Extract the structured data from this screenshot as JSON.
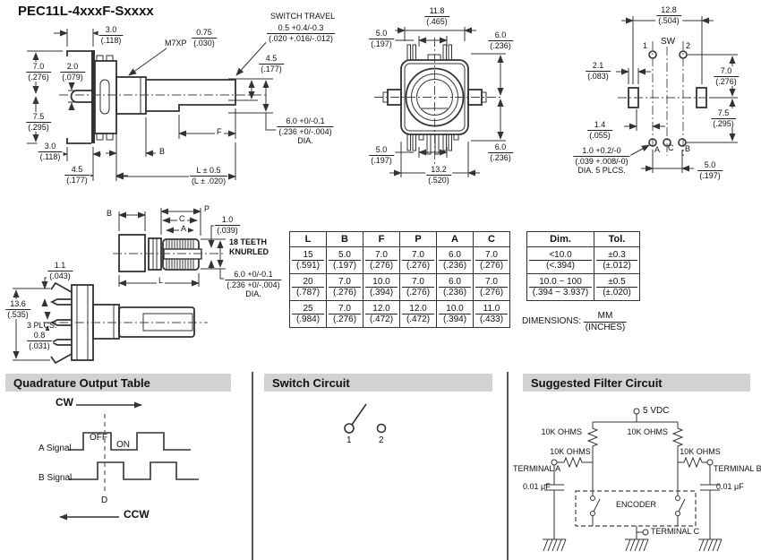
{
  "labels": {
    "title": "PEC11L-4xxxF-Sxxxx",
    "m7xp": "M7XP",
    "switch_travel": "SWITCH TRAVEL",
    "b": "B",
    "f": "F",
    "l": "L",
    "p": "P",
    "a": "A",
    "c": "C",
    "sw": "SW",
    "sw1": "1",
    "sw2": "2",
    "pad_a": "A",
    "pad_b": "B",
    "pad_c": "C",
    "teeth": "18 TEETH",
    "knurled": "KNURLED",
    "plcs": "3 PLCS.",
    "dimensions": "DIMENSIONS:"
  },
  "dims": {
    "sv_top_3": {
      "mm": "3.0",
      "in": "(.118)"
    },
    "sv_075": {
      "mm": "0.75",
      "in": "(.030)"
    },
    "sv_7": {
      "mm": "7.0",
      "in": "(.276)"
    },
    "sv_2": {
      "mm": "2.0",
      "in": "(.079)"
    },
    "sv_75": {
      "mm": "7.5",
      "in": "(.295)"
    },
    "sv_bot_3": {
      "mm": "3.0",
      "in": "(.118)"
    },
    "sv_45": {
      "mm": "4.5",
      "in": "(.177)"
    },
    "sv_L": {
      "mm": "L ± 0.5",
      "in": "(L ± .020)"
    },
    "st_travel": {
      "mm": "0.5 +0.4/-0.3",
      "in": "(.020 +.016/-.012)"
    },
    "st_45": {
      "mm": "4.5",
      "in": "(.177)"
    },
    "st_dia": {
      "mm": "6.0 +0/-0.1",
      "in": "(.236 +0/-.004)",
      "extra": "DIA."
    },
    "fv_118": {
      "mm": "11.8",
      "in": "(.465)"
    },
    "fv_5t": {
      "mm": "5.0",
      "in": "(.197)"
    },
    "fv_6t": {
      "mm": "6.0",
      "in": "(.236)"
    },
    "fv_5b": {
      "mm": "5.0",
      "in": "(.197)"
    },
    "fv_6b": {
      "mm": "6.0",
      "in": "(.236)"
    },
    "fv_132": {
      "mm": "13.2",
      "in": "(.520)"
    },
    "pv_128": {
      "mm": "12.8",
      "in": "(.504)"
    },
    "pv_21": {
      "mm": "2.1",
      "in": "(.083)"
    },
    "pv_7": {
      "mm": "7.0",
      "in": "(.276)"
    },
    "pv_75": {
      "mm": "7.5",
      "in": "(.295)"
    },
    "pv_14": {
      "mm": "1.4",
      "in": "(.055)"
    },
    "pv_hole": {
      "mm": "1.0 +0.2/-0",
      "in": "(.039 +.008/-0)",
      "extra": "DIA. 5 PLCS."
    },
    "pv_5": {
      "mm": "5.0",
      "in": "(.197)"
    },
    "kv_1": {
      "mm": "1.0",
      "in": "(.039)"
    },
    "kv_dia": {
      "mm": "6.0 +0/-0.1",
      "in": "(.236 +0/-.004)",
      "extra": "DIA."
    },
    "s2_11": {
      "mm": "1.1",
      "in": "(.043)"
    },
    "s2_136": {
      "mm": "13.6",
      "in": "(.535)"
    },
    "s2_08": {
      "mm": "0.8",
      "in": "(.031)"
    },
    "units": {
      "mm": "MM",
      "in": "(INCHES)"
    }
  },
  "dim_table": {
    "headers": [
      "L",
      "B",
      "F",
      "P",
      "A",
      "C"
    ],
    "rows": [
      [
        {
          "mm": "15",
          "in": "(.591)"
        },
        {
          "mm": "5.0",
          "in": "(.197)"
        },
        {
          "mm": "7.0",
          "in": "(.276)"
        },
        {
          "mm": "7.0",
          "in": "(.276)"
        },
        {
          "mm": "6.0",
          "in": "(.236)"
        },
        {
          "mm": "7.0",
          "in": "(.276)"
        }
      ],
      [
        {
          "mm": "20",
          "in": "(.787)"
        },
        {
          "mm": "7.0",
          "in": "(.276)"
        },
        {
          "mm": "10.0",
          "in": "(.394)"
        },
        {
          "mm": "7.0",
          "in": "(.276)"
        },
        {
          "mm": "6.0",
          "in": "(.236)"
        },
        {
          "mm": "7.0",
          "in": "(.276)"
        }
      ],
      [
        {
          "mm": "25",
          "in": "(.984)"
        },
        {
          "mm": "7.0",
          "in": "(.276)"
        },
        {
          "mm": "12.0",
          "in": "(.472)"
        },
        {
          "mm": "12.0",
          "in": "(.472)"
        },
        {
          "mm": "10.0",
          "in": "(.394)"
        },
        {
          "mm": "11.0",
          "in": "(.433)"
        }
      ]
    ]
  },
  "tol_table": {
    "headers": [
      "Dim.",
      "Tol."
    ],
    "rows": [
      [
        {
          "mm": "<10.0",
          "in": "(<.394)"
        },
        {
          "mm": "±0.3",
          "in": "(±.012)"
        }
      ],
      [
        {
          "mm": "10.0 ~ 100",
          "in": "(.394 ~ 3.937)"
        },
        {
          "mm": "±0.5",
          "in": "(±.020)"
        }
      ]
    ]
  },
  "sections": {
    "quadrature": {
      "title": "Quadrature Output Table",
      "cw": "CW",
      "ccw": "CCW",
      "a_signal": "A Signal",
      "b_signal": "B Signal",
      "off": "OFF",
      "on": "ON",
      "d": "D"
    },
    "switch_circuit": {
      "title": "Switch Circuit",
      "terminal1": "1",
      "terminal2": "2"
    },
    "filter": {
      "title": "Suggested Filter Circuit",
      "vcc": "5 VDC",
      "r1": "10K OHMS",
      "r2": "10K OHMS",
      "r3": "10K OHMS",
      "r4": "10K OHMS",
      "terminal_a": "TERMINAL A",
      "terminal_b": "TERMINAL B",
      "terminal_c": "TERMINAL C",
      "cap_left": "0.01 μF",
      "cap_right": "0.01 μF",
      "encoder": "ENCODER"
    }
  },
  "colors": {
    "line": "#333333",
    "header_bar": "#d2d2d2",
    "text": "#111111"
  }
}
